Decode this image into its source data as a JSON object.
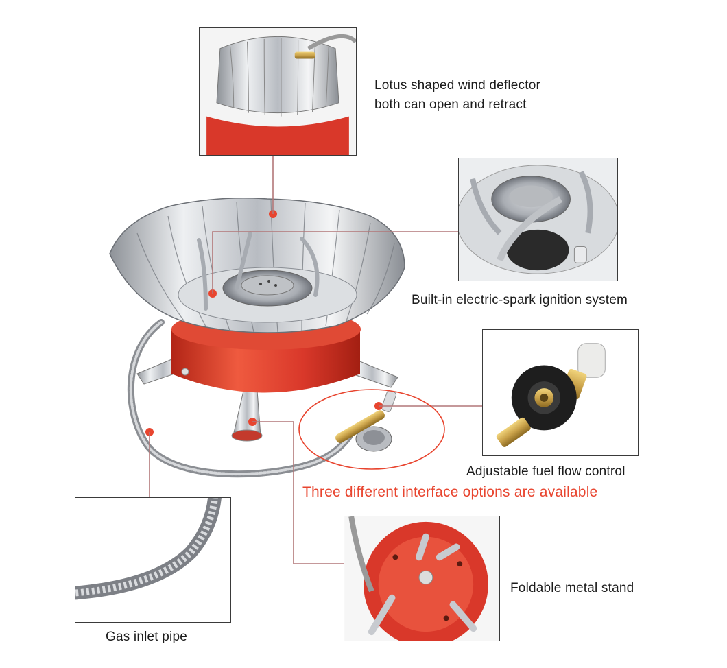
{
  "callouts": {
    "wind_deflector": {
      "line1": "Lotus shaped wind deflector",
      "line2": "both can open and retract"
    },
    "ignition": {
      "text": "Built-in electric-spark ignition system"
    },
    "fuel_control": {
      "text": "Adjustable fuel flow control"
    },
    "interface_note": {
      "text": "Three different interface options are available"
    },
    "metal_stand": {
      "text": "Foldable metal stand"
    },
    "gas_pipe": {
      "text": "Gas inlet pipe"
    }
  },
  "colors": {
    "accent_red": "#e8452f",
    "stove_red": "#d9382a",
    "steel": "#c9ccd1",
    "brass": "#caa24a",
    "leader_line": "#b27778"
  }
}
